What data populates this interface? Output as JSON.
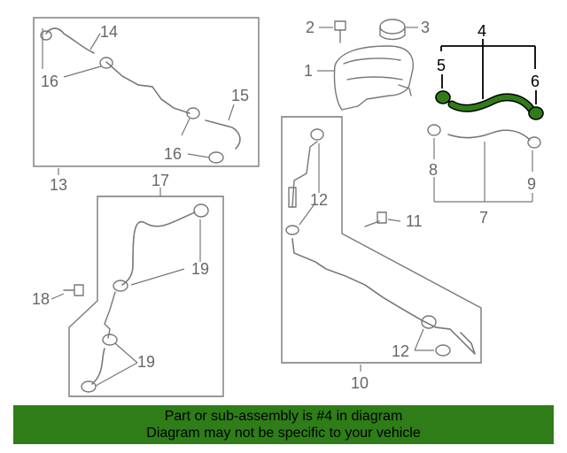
{
  "diagram": {
    "highlight_color": "#2e7d18",
    "callouts": {
      "n1": "1",
      "n2": "2",
      "n3": "3",
      "n4": "4",
      "n5": "5",
      "n6": "6",
      "n7": "7",
      "n8": "8",
      "n9": "9",
      "n10": "10",
      "n11": "11",
      "n12a": "12",
      "n12b": "12",
      "n13": "13",
      "n14": "14",
      "n15": "15",
      "n16a": "16",
      "n16b": "16",
      "n17": "17",
      "n18": "18",
      "n19a": "19",
      "n19b": "19"
    }
  },
  "banner": {
    "line1": "Part or sub-assembly is #4 in diagram",
    "line2": "Diagram may not be specific to your vehicle",
    "background": "#2e7d18"
  }
}
